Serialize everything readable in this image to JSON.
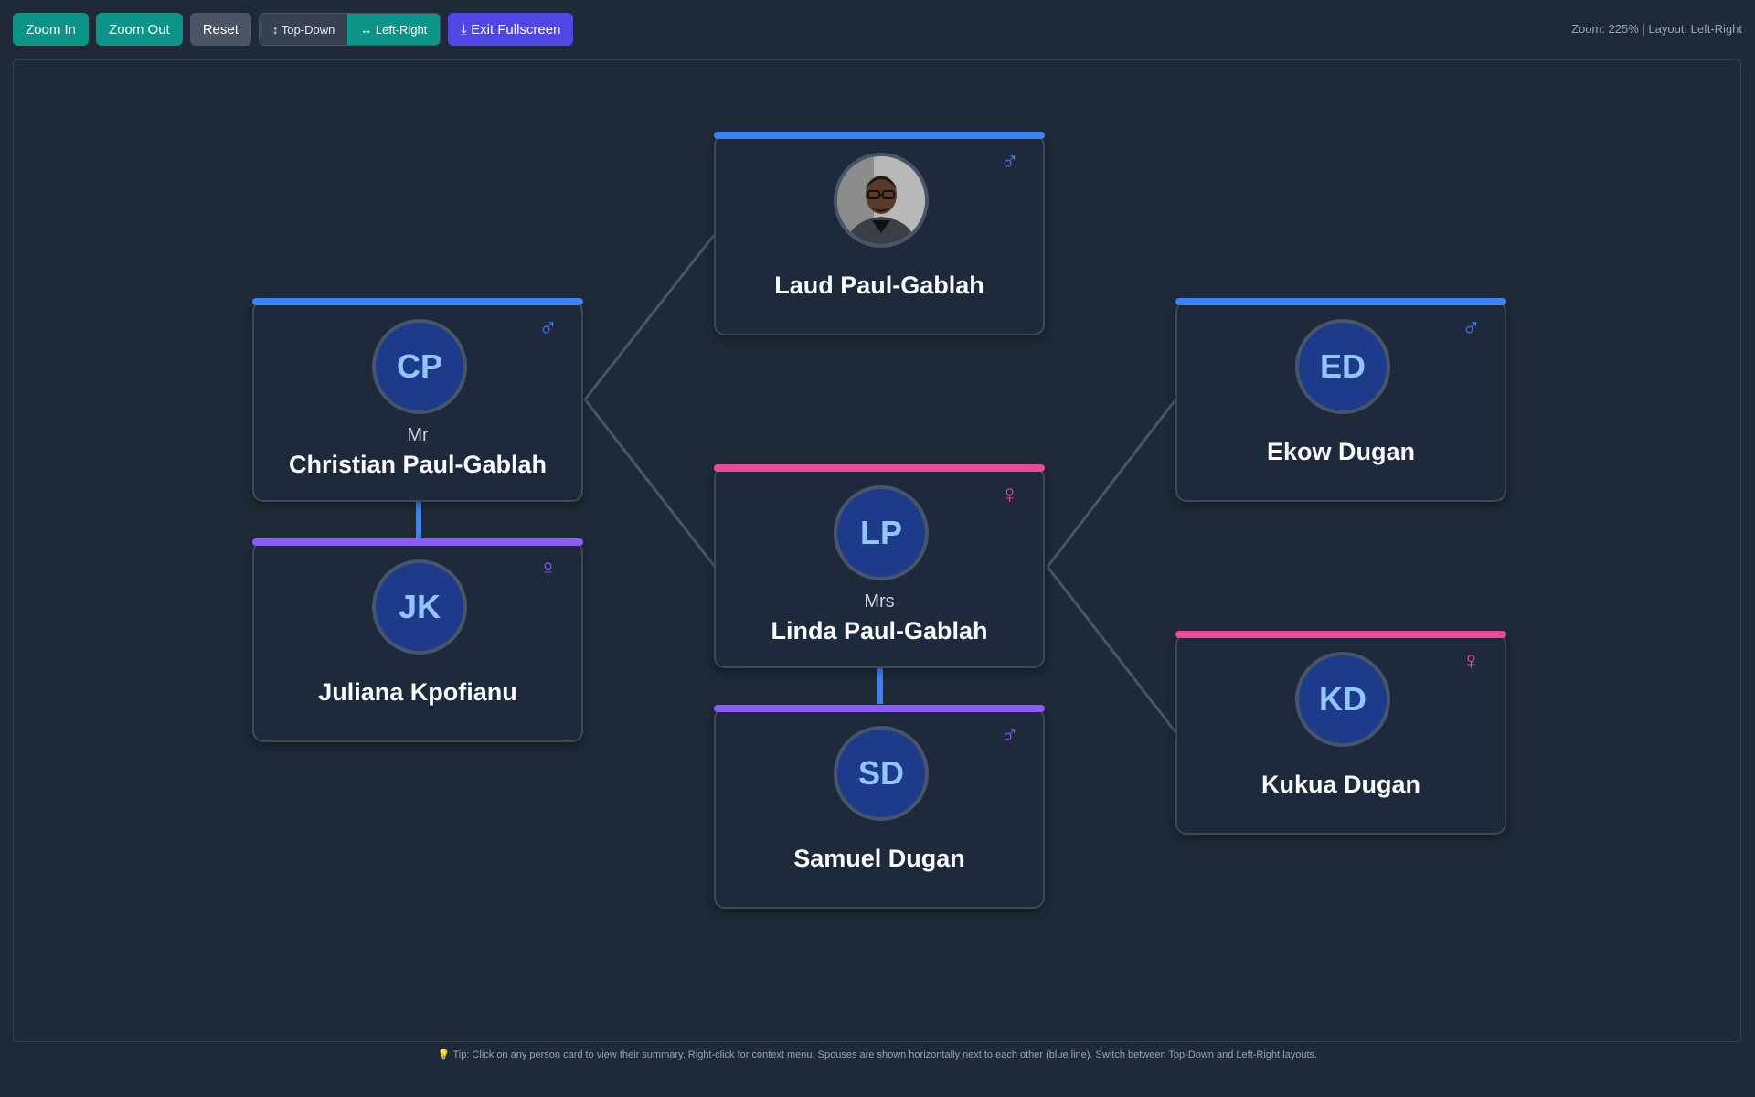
{
  "toolbar": {
    "zoom_in": "Zoom In",
    "zoom_out": "Zoom Out",
    "reset": "Reset",
    "top_down": "↕ Top-Down",
    "left_right": "↔ Left-Right",
    "exit_fullscreen": "⤓ Exit Fullscreen"
  },
  "status": "Zoom: 225% | Layout: Left-Right",
  "tip": "💡 Tip: Click on any person card to view their summary. Right-click for context menu. Spouses are shown horizontally next to each other (blue line). Switch between Top-Down and Left-Right layouts.",
  "colors": {
    "male": "#3b82f6",
    "female": "#ec4899",
    "spouse": "#8b5cf6",
    "link": "#4b5563",
    "spouse_link": "#3b82f6"
  },
  "people": {
    "christian": {
      "initials": "CP",
      "title": "Mr",
      "name": "Christian Paul-Gablah",
      "gender": "♂"
    },
    "juliana": {
      "initials": "JK",
      "name": "Juliana Kpofianu",
      "gender": "♀"
    },
    "laud": {
      "name": "Laud Paul-Gablah",
      "gender": "♂",
      "photo": "portrait"
    },
    "linda": {
      "initials": "LP",
      "title": "Mrs",
      "name": "Linda Paul-Gablah",
      "gender": "♀"
    },
    "samuel": {
      "initials": "SD",
      "name": "Samuel Dugan",
      "gender": "♂"
    },
    "ekow": {
      "initials": "ED",
      "name": "Ekow Dugan",
      "gender": "♂"
    },
    "kukua": {
      "initials": "KD",
      "name": "Kukua Dugan",
      "gender": "♀"
    }
  }
}
